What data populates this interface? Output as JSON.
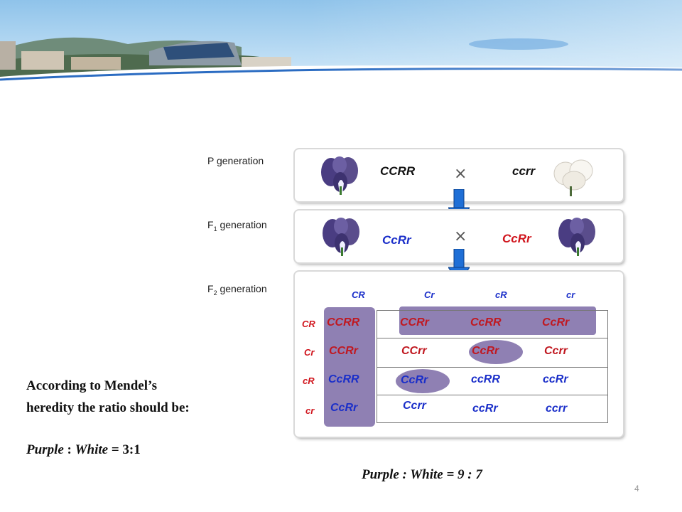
{
  "labels": {
    "p_generation": "P generation",
    "f1_generation_prefix": "F",
    "f1_generation_sub": "1",
    "f1_generation_suffix": " generation",
    "f2_generation_prefix": "F",
    "f2_generation_sub": "2",
    "f2_generation_suffix": " generation"
  },
  "p_panel": {
    "left_genotype": "CCRR",
    "cross": "×",
    "right_genotype": "ccrr"
  },
  "f1_panel": {
    "left_genotype": "CcRr",
    "cross": "×",
    "right_genotype": "CcRr"
  },
  "punnett": {
    "column_gametes": [
      "CR",
      "Cr",
      "cR",
      "cr"
    ],
    "row_gametes": [
      "CR",
      "Cr",
      "cR",
      "cr"
    ],
    "cells": [
      [
        "CCRR",
        "CCRr",
        "CcRR",
        "CcRr"
      ],
      [
        "CCRr",
        "CCrr",
        "CcRr",
        "Ccrr"
      ],
      [
        "CcRR",
        "CcRr",
        "ccRR",
        "ccRr"
      ],
      [
        "CcRr",
        "Ccrr",
        "ccRr",
        "ccrr"
      ]
    ]
  },
  "mendel_text": {
    "line1": "According to Mendel’s",
    "line2": "heredity the ratio should be:",
    "ratio_purple": "Purple",
    "ratio_sep": " : ",
    "ratio_white": "White",
    "ratio_value": " = 3:1"
  },
  "observed_ratio": "Purple : White  =  9 : 7",
  "page_number": "4",
  "colors": {
    "purple_flower": "#5a4d8c",
    "white_flower": "#f2efe8",
    "arrow_blue": "#1f6fd6",
    "highlight": "#7b6aa6",
    "red": "#d0141c",
    "blue": "#1a2ec9"
  }
}
